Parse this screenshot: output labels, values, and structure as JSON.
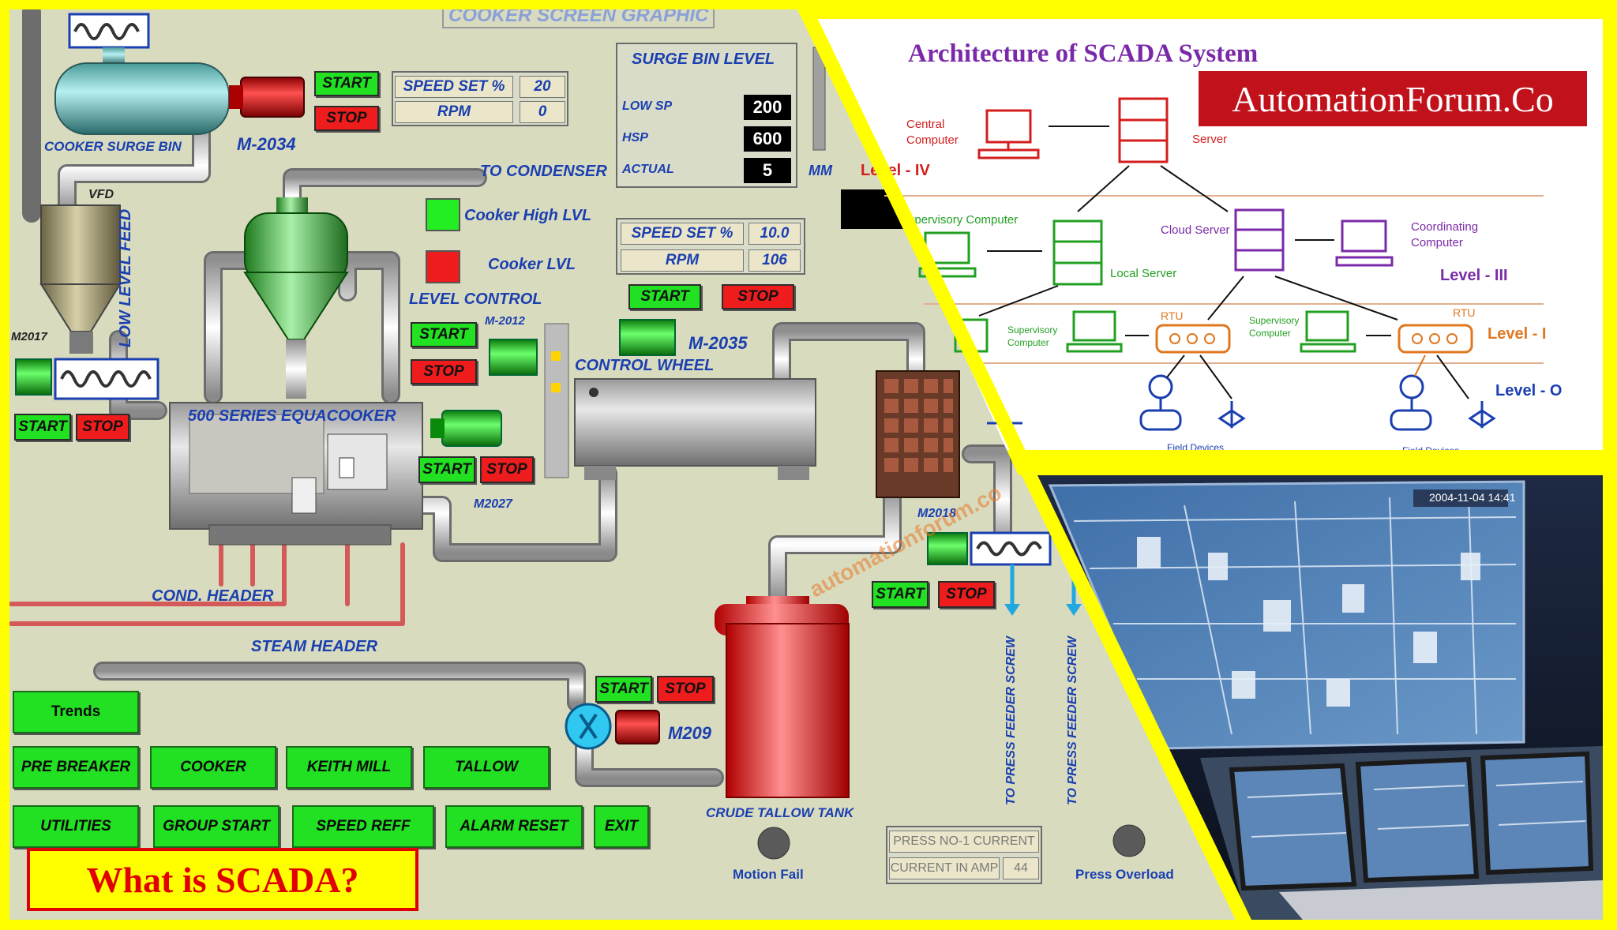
{
  "hmi": {
    "screen_title": "COOKER SCREEN GRAPHIC",
    "cooker_surge_bin": "COOKER SURGE BIN",
    "motor_m2034": "M-2034",
    "vfd": "VFD",
    "low_level_feed": "LOW LEVEL FEED",
    "motor_m2017": "M2017",
    "to_condenser": "TO CONDENSER",
    "cooker_high_lvl": "Cooker High LVL",
    "cooker_lvl": "Cooker LVL",
    "level_control": "LEVEL CONTROL",
    "motor_m2012": "M-2012",
    "motor_m2035": "M-2035",
    "control_wheel": "CONTROL WHEEL",
    "equacooker": "500 SERIES EQUACOOKER",
    "motor_m2027": "M2027",
    "motor_m2018": "M2018",
    "cond_header": "COND. HEADER",
    "steam_header": "STEAM HEADER",
    "motor_m209": "M209",
    "crude_tallow_tank": "CRUDE TALLOW TANK",
    "to_press_1": "TO PRESS FEEDER SCREW",
    "to_press_2": "TO PRESS FEEDER SCREW",
    "motion_fail": "Motion Fail",
    "press_overload": "Press Overload",
    "mm": "MM",
    "start": "START",
    "stop": "STOP",
    "speed_set_1": {
      "label": "SPEED SET %",
      "value": "20",
      "rpm_label": "RPM",
      "rpm": "0"
    },
    "speed_set_2": {
      "label": "SPEED SET %",
      "value": "10.0",
      "rpm_label": "RPM",
      "rpm": "106"
    },
    "surge_bin": {
      "title": "SURGE BIN LEVEL",
      "low_sp_label": "LOW SP",
      "low_sp": "200",
      "hsp_label": "HSP",
      "hsp": "600",
      "actual_label": "ACTUAL",
      "actual": "5"
    },
    "press_current": {
      "title": "PRESS NO-1 CURRENT",
      "label": "CURRENT IN AMP",
      "value": "44"
    },
    "nav": {
      "trends": "Trends",
      "pre_breaker": "PRE BREAKER",
      "cooker": "COOKER",
      "keith_mill": "KEITH MILL",
      "tallow": "TALLOW",
      "utilities": "UTILITIES",
      "group_start": "GROUP START",
      "speed_reff": "SPEED REFF",
      "alarm_reset": "ALARM  RESET",
      "exit": "EXIT"
    },
    "watermark": "automationforum.co"
  },
  "architecture": {
    "title": "Architecture of SCADA System",
    "brand": "AutomationForum.Co",
    "central_computer": "Central\nComputer",
    "server": "Server",
    "level_4": "Level - IV",
    "supervisory_computer": "Supervisory Computer",
    "local_server": "Local Server",
    "cloud_server": "Cloud Server",
    "coordinating_computer": "Coordinating\nComputer",
    "level_3": "Level - III",
    "rtu": "RTU",
    "supervisory": "Supervisory\nComputer",
    "level_1": "Level - I",
    "level_0": "Level - O",
    "field_devices": "Field Devices"
  },
  "photo": {
    "screen_date": "2004-11-04 14:41"
  },
  "caption": "What is SCADA?",
  "colors": {
    "frame": "#ffff00",
    "hmi_bg": "#d9dbbf",
    "start": "#22e022",
    "stop": "#ee1c1c",
    "caption_text": "#e00000",
    "brand_bg": "#c1121c"
  }
}
